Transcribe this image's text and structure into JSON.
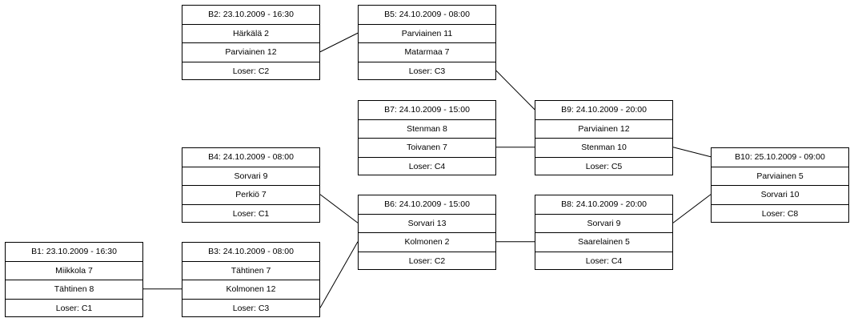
{
  "matches": [
    {
      "id": "B2",
      "header": "B2: 23.10.2009 - 16:30",
      "player1": "Härkälä 2",
      "player2": "Parviainen 12",
      "loser": "Loser: C2"
    },
    {
      "id": "B5",
      "header": "B5: 24.10.2009 - 08:00",
      "player1": "Parviainen 11",
      "player2": "Matarmaa 7",
      "loser": "Loser: C3"
    },
    {
      "id": "B7",
      "header": "B7: 24.10.2009 - 15:00",
      "player1": "Stenman 8",
      "player2": "Toivanen 7",
      "loser": "Loser: C4"
    },
    {
      "id": "B9",
      "header": "B9: 24.10.2009 - 20:00",
      "player1": "Parviainen 12",
      "player2": "Stenman 10",
      "loser": "Loser: C5"
    },
    {
      "id": "B4",
      "header": "B4: 24.10.2009 - 08:00",
      "player1": "Sorvari 9",
      "player2": "Perkiö 7",
      "loser": "Loser: C1"
    },
    {
      "id": "B10",
      "header": "B10: 25.10.2009 - 09:00",
      "player1": "Parviainen 5",
      "player2": "Sorvari 10",
      "loser": "Loser: C8"
    },
    {
      "id": "B6",
      "header": "B6: 24.10.2009 - 15:00",
      "player1": "Sorvari 13",
      "player2": "Kolmonen 2",
      "loser": "Loser: C2"
    },
    {
      "id": "B8",
      "header": "B8: 24.10.2009 - 20:00",
      "player1": "Sorvari 9",
      "player2": "Saarelainen 5",
      "loser": "Loser: C4"
    },
    {
      "id": "B1",
      "header": "B1: 23.10.2009 - 16:30",
      "player1": "Miikkola 7",
      "player2": "Tähtinen 8",
      "loser": "Loser: C1"
    },
    {
      "id": "B3",
      "header": "B3: 24.10.2009 - 08:00",
      "player1": "Tähtinen 7",
      "player2": "Kolmonen 12",
      "loser": "Loser: C3"
    }
  ],
  "connections": [
    {
      "from": "B2",
      "from_row": "player2",
      "to": "B5",
      "to_row": "player1"
    },
    {
      "from": "B5",
      "from_row": "loser",
      "to": "B9",
      "to_row": "header"
    },
    {
      "from": "B7",
      "from_row": "player2",
      "to": "B9",
      "to_row": "player2"
    },
    {
      "from": "B9",
      "from_row": "player2",
      "to": "B10",
      "to_row": "header"
    },
    {
      "from": "B4",
      "from_row": "player2",
      "to": "B6",
      "to_row": "player1"
    },
    {
      "from": "B6",
      "from_row": "player2",
      "to": "B8",
      "to_row": "player2"
    },
    {
      "from": "B8",
      "from_row": "player1",
      "to": "B10",
      "to_row": "player2"
    },
    {
      "from": "B1",
      "from_row": "player2",
      "to": "B3",
      "to_row": "player2"
    },
    {
      "from": "B3",
      "from_row": "loser",
      "to": "B6",
      "to_row": "player2"
    }
  ]
}
